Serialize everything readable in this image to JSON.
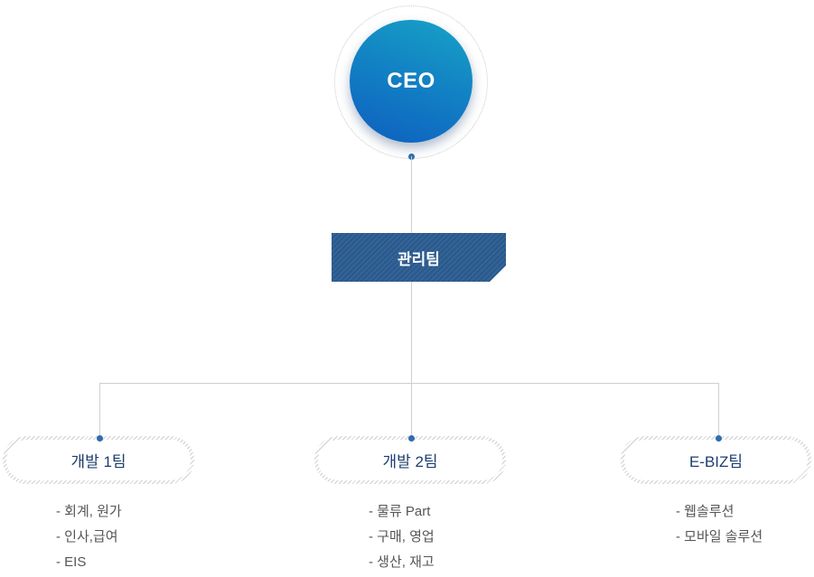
{
  "ceo": {
    "label": "CEO"
  },
  "management": {
    "label": "관리팀"
  },
  "teams": [
    {
      "label": "개발 1팀",
      "duties": [
        "- 회계, 원가",
        "- 인사,급여",
        "- EIS"
      ]
    },
    {
      "label": "개발 2팀",
      "duties": [
        "- 물류 Part",
        "- 구매, 영업",
        "- 생산, 재고"
      ]
    },
    {
      "label": "E-BIZ팀",
      "duties": [
        "- 웹솔루션",
        "- 모바일 솔루션"
      ]
    }
  ],
  "colors": {
    "ceo_gradient_top": "#17a3c6",
    "ceo_gradient_bottom": "#0e5fbf",
    "management_box": "#2b5888",
    "connector": "#cfcfcf",
    "node_dot": "#2d6cb3",
    "team_label": "#1d3f6e",
    "duty_text": "#555555"
  }
}
